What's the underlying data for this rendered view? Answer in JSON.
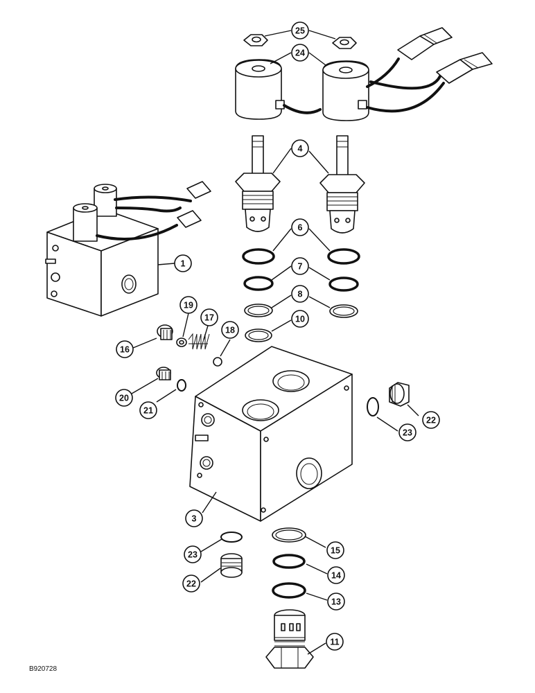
{
  "reference_code": "B920728",
  "callouts": [
    {
      "id": "c25",
      "label": "25"
    },
    {
      "id": "c24",
      "label": "24"
    },
    {
      "id": "c4",
      "label": "4"
    },
    {
      "id": "c6",
      "label": "6"
    },
    {
      "id": "c7",
      "label": "7"
    },
    {
      "id": "c8",
      "label": "8"
    },
    {
      "id": "c10",
      "label": "10"
    },
    {
      "id": "c1",
      "label": "1"
    },
    {
      "id": "c19",
      "label": "19"
    },
    {
      "id": "c17",
      "label": "17"
    },
    {
      "id": "c18",
      "label": "18"
    },
    {
      "id": "c16",
      "label": "16"
    },
    {
      "id": "c20",
      "label": "20"
    },
    {
      "id": "c21",
      "label": "21"
    },
    {
      "id": "c22a",
      "label": "22"
    },
    {
      "id": "c23a",
      "label": "23"
    },
    {
      "id": "c3",
      "label": "3"
    },
    {
      "id": "c23b",
      "label": "23"
    },
    {
      "id": "c15",
      "label": "15"
    },
    {
      "id": "c14",
      "label": "14"
    },
    {
      "id": "c22b",
      "label": "22"
    },
    {
      "id": "c13",
      "label": "13"
    },
    {
      "id": "c11",
      "label": "11"
    }
  ]
}
